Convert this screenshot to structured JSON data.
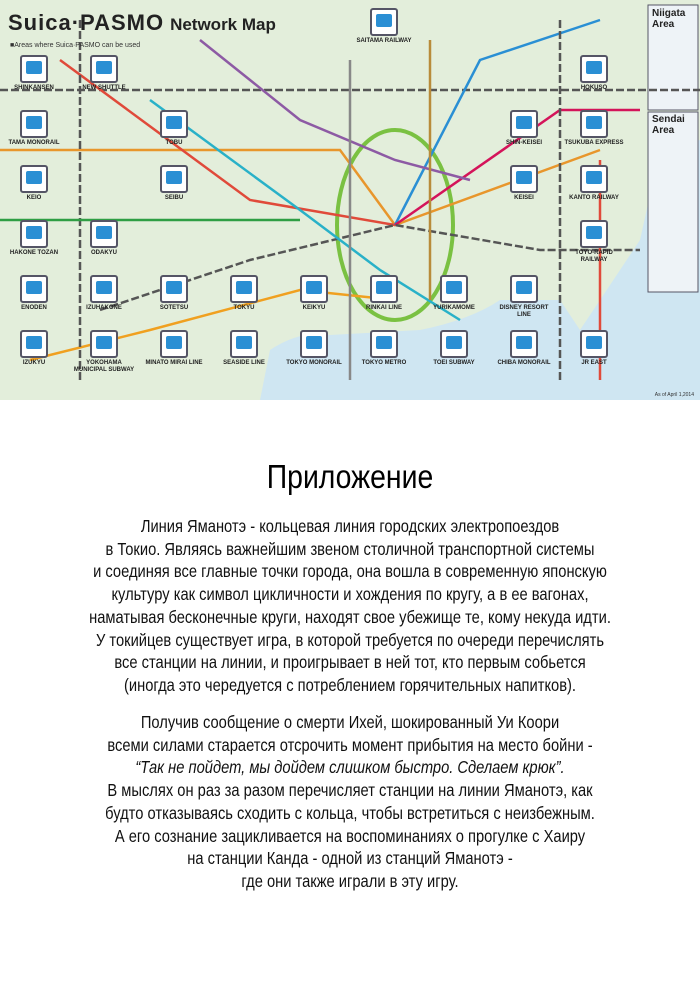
{
  "map": {
    "title_brand": "Suica·PASMO",
    "title_rest": "Network Map",
    "subtitle": "■Areas where Suica·PASMO can be used",
    "areas": [
      "Niigata Area",
      "Sendai Area"
    ],
    "as_of": "As of April 1,2014",
    "colors": {
      "land": "#e3eedb",
      "water": "#cfe6f2",
      "yamanote": "#7ac142",
      "jr": "#555555"
    },
    "train_icons": [
      "SAITAMA RAILWAY",
      "TSUKUBA EXPRESS",
      "SHIN-KEISEI",
      "KANTO RAILWAY",
      "KEISEI",
      "HOKUSO",
      "TOYO-RAPID RAILWAY",
      "SHINKANSEN",
      "NEW SHUTTLE",
      "TOBU",
      "SEIBU",
      "TAMA MONORAIL",
      "KEIO",
      "ODAKYU",
      "HAKONE TOZAN",
      "TOKYU",
      "SOTETSU",
      "YOKOHAMA MUNICIPAL SUBWAY",
      "MINATO MIRAI LINE",
      "SEASIDE LINE",
      "KEIKYU",
      "IZUKYU",
      "IZUHAKONE",
      "ENODEN",
      "TOKYO MONORAIL",
      "RINKAI LINE",
      "YURIKAMOME",
      "DISNEY RESORT LINE",
      "CHIBA MONORAIL",
      "TOKYO METRO",
      "TOEI SUBWAY",
      "JR EAST"
    ]
  },
  "document": {
    "title": "Приложение",
    "paragraph1": [
      "Линия Яманотэ -  кольцевая линия городских электропоездов",
      "в Токио. Являясь важнейшим звеном столичной транспортной системы",
      "и соединяя все главные точки города, она вошла в современную японскую",
      "культуру как символ цикличности и хождения по кругу, а в ее вагонах,",
      "наматывая бесконечные круги, находят свое убежище те, кому некуда идти.",
      "У токийцев существует игра, в которой требуется по очереди перечислять",
      "все станции на линии, и проигрывает в ней тот, кто первым собьется",
      "(иногда это чередуется с потреблением горячительных напитков)."
    ],
    "paragraph2": [
      "Получив сообщение о смерти Ихей, шокированный Уи Коори",
      "всеми силами старается отсрочить момент прибытия на место бойни -",
      "“Так не пойдет, мы дойдем слишком быстро. Сделаем крюк”.",
      "В мыслях он раз за разом перечисляет станции на линии Яманотэ, как",
      "будто отказываясь сходить с кольца, чтобы встретиться с неизбежным.",
      "А его сознание зацикливается на воспоминаниях о прогулке с Хаиру",
      "на станции Канда - одной из станций Яманотэ -",
      "где они также играли в эту игру."
    ]
  }
}
